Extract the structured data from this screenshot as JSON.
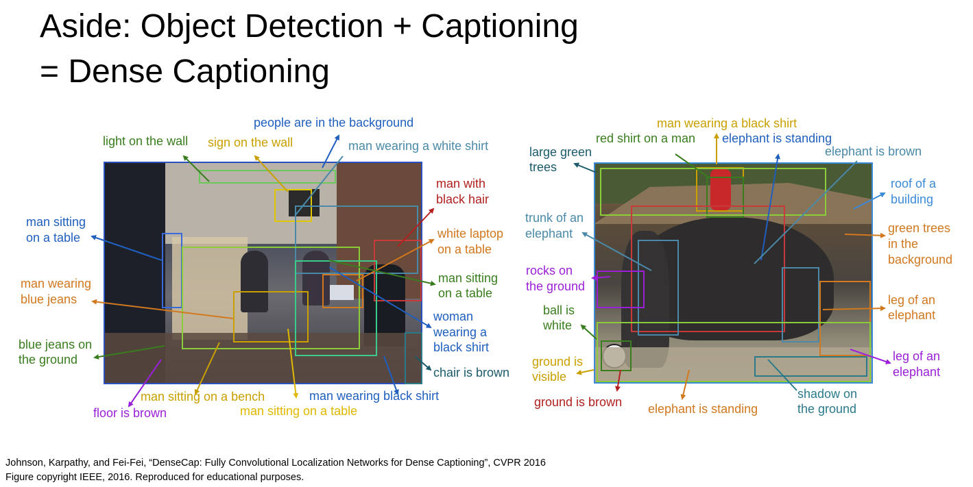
{
  "slide": {
    "title_line1": "Aside: Object Detection + Captioning",
    "title_line2": "= Dense Captioning"
  },
  "left_figure": {
    "captions": [
      {
        "id": "l1",
        "text": "people are in the background",
        "color": "#1f5fbf"
      },
      {
        "id": "l2",
        "text": "light on the wall",
        "color": "#3a7d1e"
      },
      {
        "id": "l3",
        "text": "sign on the wall",
        "color": "#c9a000"
      },
      {
        "id": "l4",
        "text": "man wearing a white shirt",
        "color": "#4a8aa8"
      },
      {
        "id": "l5",
        "text": "man with",
        "color": "#b22020"
      },
      {
        "id": "l6",
        "text": "black hair",
        "color": "#b22020"
      },
      {
        "id": "l7",
        "text": "man sitting",
        "color": "#1f5fbf"
      },
      {
        "id": "l8",
        "text": "on a table",
        "color": "#1f5fbf"
      },
      {
        "id": "l9",
        "text": "white laptop",
        "color": "#d2781e"
      },
      {
        "id": "l10",
        "text": "on a table",
        "color": "#d2781e"
      },
      {
        "id": "l11",
        "text": "man wearing",
        "color": "#d2781e"
      },
      {
        "id": "l12",
        "text": "blue jeans",
        "color": "#d2781e"
      },
      {
        "id": "l13",
        "text": "man sitting",
        "color": "#3a7d1e"
      },
      {
        "id": "l14",
        "text": "on a table",
        "color": "#3a7d1e"
      },
      {
        "id": "l15",
        "text": "woman",
        "color": "#1f5fbf"
      },
      {
        "id": "l16",
        "text": "wearing a",
        "color": "#1f5fbf"
      },
      {
        "id": "l17",
        "text": "black shirt",
        "color": "#1f5fbf"
      },
      {
        "id": "l18",
        "text": "blue jeans on",
        "color": "#3a7d1e"
      },
      {
        "id": "l19",
        "text": "the ground",
        "color": "#3a7d1e"
      },
      {
        "id": "l20",
        "text": "chair is brown",
        "color": "#1a5a6a"
      },
      {
        "id": "l21",
        "text": "man sitting on a bench",
        "color": "#c9a000"
      },
      {
        "id": "l22",
        "text": "man wearing black shirt",
        "color": "#1f5fbf"
      },
      {
        "id": "l23",
        "text": "floor is brown",
        "color": "#9b1fd8"
      },
      {
        "id": "l24",
        "text": "man sitting on a table",
        "color": "#e0b800"
      }
    ]
  },
  "right_figure": {
    "captions": [
      {
        "id": "r1",
        "text": "man wearing a black shirt",
        "color": "#c9a000"
      },
      {
        "id": "r2",
        "text": "red shirt on a man",
        "color": "#3a7d1e"
      },
      {
        "id": "r3",
        "text": "elephant is standing",
        "color": "#1f5fbf"
      },
      {
        "id": "r4",
        "text": "elephant is brown",
        "color": "#4a8aa8"
      },
      {
        "id": "r5",
        "text": "large green",
        "color": "#1a5a6a"
      },
      {
        "id": "r6",
        "text": "trees",
        "color": "#1a5a6a"
      },
      {
        "id": "r7",
        "text": "roof of a",
        "color": "#3a8ad8"
      },
      {
        "id": "r8",
        "text": "building",
        "color": "#3a8ad8"
      },
      {
        "id": "r9",
        "text": "trunk of an",
        "color": "#4a8aa8"
      },
      {
        "id": "r10",
        "text": "elephant",
        "color": "#4a8aa8"
      },
      {
        "id": "r11",
        "text": "green trees",
        "color": "#d2781e"
      },
      {
        "id": "r12",
        "text": "in the",
        "color": "#d2781e"
      },
      {
        "id": "r13",
        "text": "background",
        "color": "#d2781e"
      },
      {
        "id": "r14",
        "text": "rocks on",
        "color": "#9b1fd8"
      },
      {
        "id": "r15",
        "text": "the ground",
        "color": "#9b1fd8"
      },
      {
        "id": "r16",
        "text": "ball is",
        "color": "#3a7d1e"
      },
      {
        "id": "r17",
        "text": "white",
        "color": "#3a7d1e"
      },
      {
        "id": "r18",
        "text": "leg of an",
        "color": "#d2781e"
      },
      {
        "id": "r19",
        "text": "elephant",
        "color": "#d2781e"
      },
      {
        "id": "r20",
        "text": "ground is",
        "color": "#c9a000"
      },
      {
        "id": "r21",
        "text": "visible",
        "color": "#c9a000"
      },
      {
        "id": "r22",
        "text": "leg of an",
        "color": "#9b1fd8"
      },
      {
        "id": "r23",
        "text": "elephant",
        "color": "#9b1fd8"
      },
      {
        "id": "r24",
        "text": "ground is brown",
        "color": "#b22020"
      },
      {
        "id": "r25",
        "text": "elephant is standing",
        "color": "#d2781e"
      },
      {
        "id": "r26",
        "text": "shadow on",
        "color": "#2a7a8a"
      },
      {
        "id": "r27",
        "text": "the ground",
        "color": "#2a7a8a"
      }
    ]
  },
  "footer": {
    "line1": "Johnson, Karpathy, and Fei-Fei, “DenseCap: Fully Convolutional Localization Networks for Dense Captioning”, CVPR 2016",
    "line2": "Figure copyright IEEE, 2016. Reproduced for educational purposes."
  }
}
